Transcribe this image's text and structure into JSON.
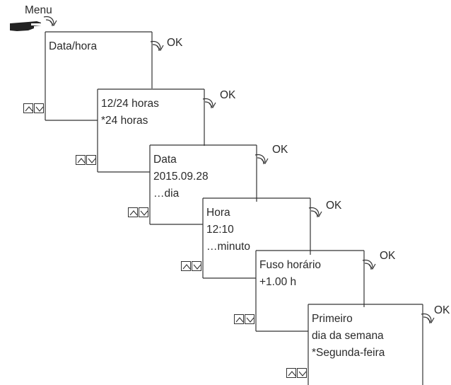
{
  "menu_label": "Menu",
  "ok_label": "OK",
  "steps": [
    {
      "lines": [
        "Data/hora"
      ]
    },
    {
      "lines": [
        "12/24 horas",
        "*24 horas"
      ]
    },
    {
      "lines": [
        "Data",
        "2015.09.28",
        "…dia"
      ]
    },
    {
      "lines": [
        "Hora",
        "12:10",
        "…minuto"
      ]
    },
    {
      "lines": [
        "Fuso horário",
        "+1.00 h"
      ]
    },
    {
      "lines": [
        "Primeiro",
        "dia da semana",
        "*Segunda-feira"
      ]
    }
  ],
  "icons": [
    "pointing-hand-icon",
    "curved-arrow-icon",
    "up-arrow-icon",
    "down-arrow-icon"
  ],
  "colors": {
    "line": "#333333",
    "text": "#2a2a2a"
  }
}
